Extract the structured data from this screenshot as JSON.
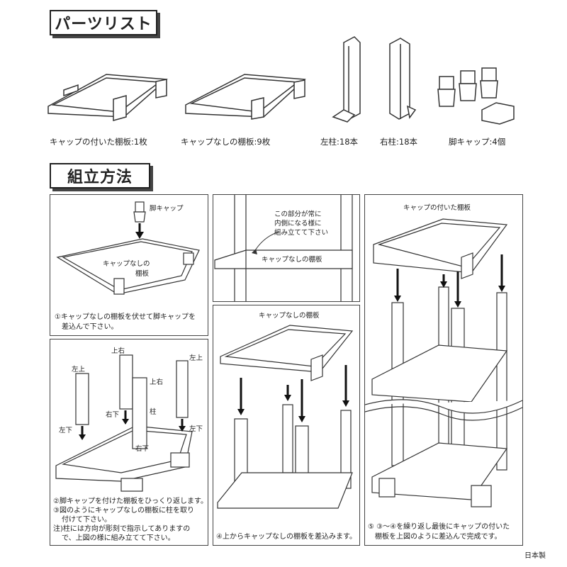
{
  "header_parts": "パーツリスト",
  "header_assembly": "組立方法",
  "parts": {
    "shelf_cap": "キャップの付いた棚板:1枚",
    "shelf_nocap": "キャップなしの棚板:9枚",
    "left_pillar": "左柱:18本",
    "right_pillar": "右柱:18本",
    "foot_cap": "脚キャップ:4個"
  },
  "step1": {
    "foot_cap_label": "脚キャップ",
    "shelf_label": "キャップなしの",
    "shelf_label2": "棚板",
    "desc_1": "①キャップなしの棚板を伏せて脚キャップを",
    "desc_2": "差込んで下さい。"
  },
  "detail": {
    "note_1": "この部分が常に",
    "note_2": "内側になる様に",
    "note_3": "組み立てて下さい",
    "shelf_label": "キャップなしの棚板"
  },
  "step2": {
    "labels": {
      "top_left": "左上",
      "top_right": "上右",
      "top_right2": "左上",
      "upper_right": "上右",
      "pillar": "柱",
      "bottom_right": "右下",
      "bottom_left": "左下",
      "bottom_right2": "右下",
      "bottom_left2": "左下"
    },
    "desc_1": "②脚キャップを付けた棚板をひっくり返します。",
    "desc_2": "③図のようにキャップなしの棚板に柱を取り",
    "desc_3": "付けて下さい。",
    "desc_4": "注)柱には方向が彫刻で指示してありますの",
    "desc_5": "で、上図の様に組み立てて下さい。"
  },
  "step4": {
    "title": "キャップなしの棚板",
    "desc": "④上からキャップなしの棚板を差込みます。"
  },
  "step5": {
    "title": "キャップの付いた棚板",
    "desc_1": "⑤ ③〜④を繰り返し最後にキャップの付いた",
    "desc_2": "棚板を上図のように差込んで完成です。"
  },
  "made_in": "日本製"
}
